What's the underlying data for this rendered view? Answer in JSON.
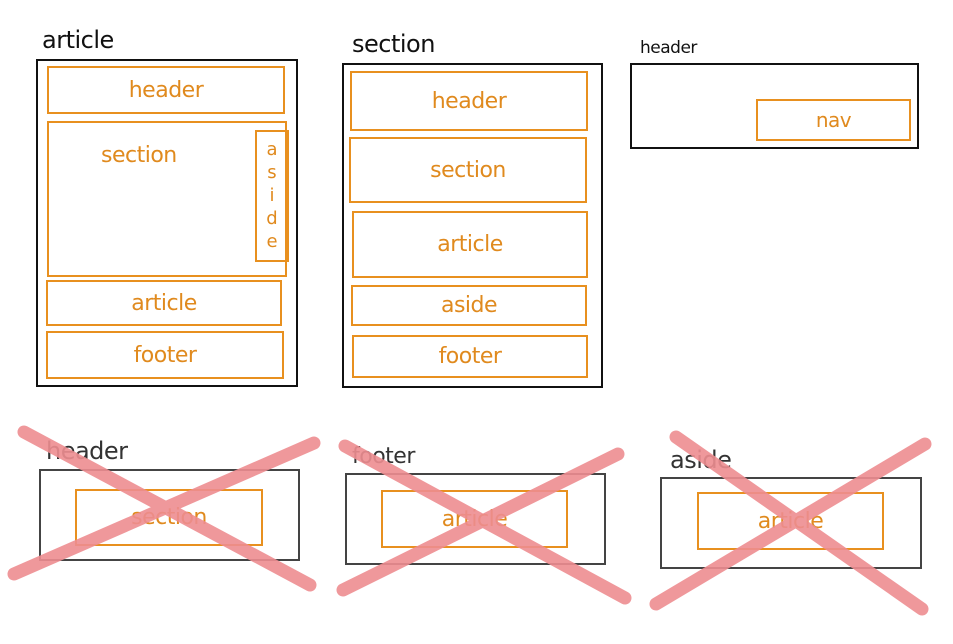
{
  "diagrams": {
    "article": {
      "title": "article",
      "header": "header",
      "section": "section",
      "aside": "aside",
      "article": "article",
      "footer": "footer"
    },
    "section": {
      "title": "section",
      "header": "header",
      "section": "section",
      "article": "article",
      "aside": "aside",
      "footer": "footer"
    },
    "header_nav": {
      "title": "header",
      "nav": "nav"
    },
    "bad_header": {
      "title": "header",
      "child": "section"
    },
    "bad_footer": {
      "title": "footer",
      "child": "article"
    },
    "bad_aside": {
      "title": "aside",
      "child": "article"
    }
  },
  "colors": {
    "outline": "#111111",
    "orange": "#e8901f",
    "cross": "#ee8d91"
  }
}
